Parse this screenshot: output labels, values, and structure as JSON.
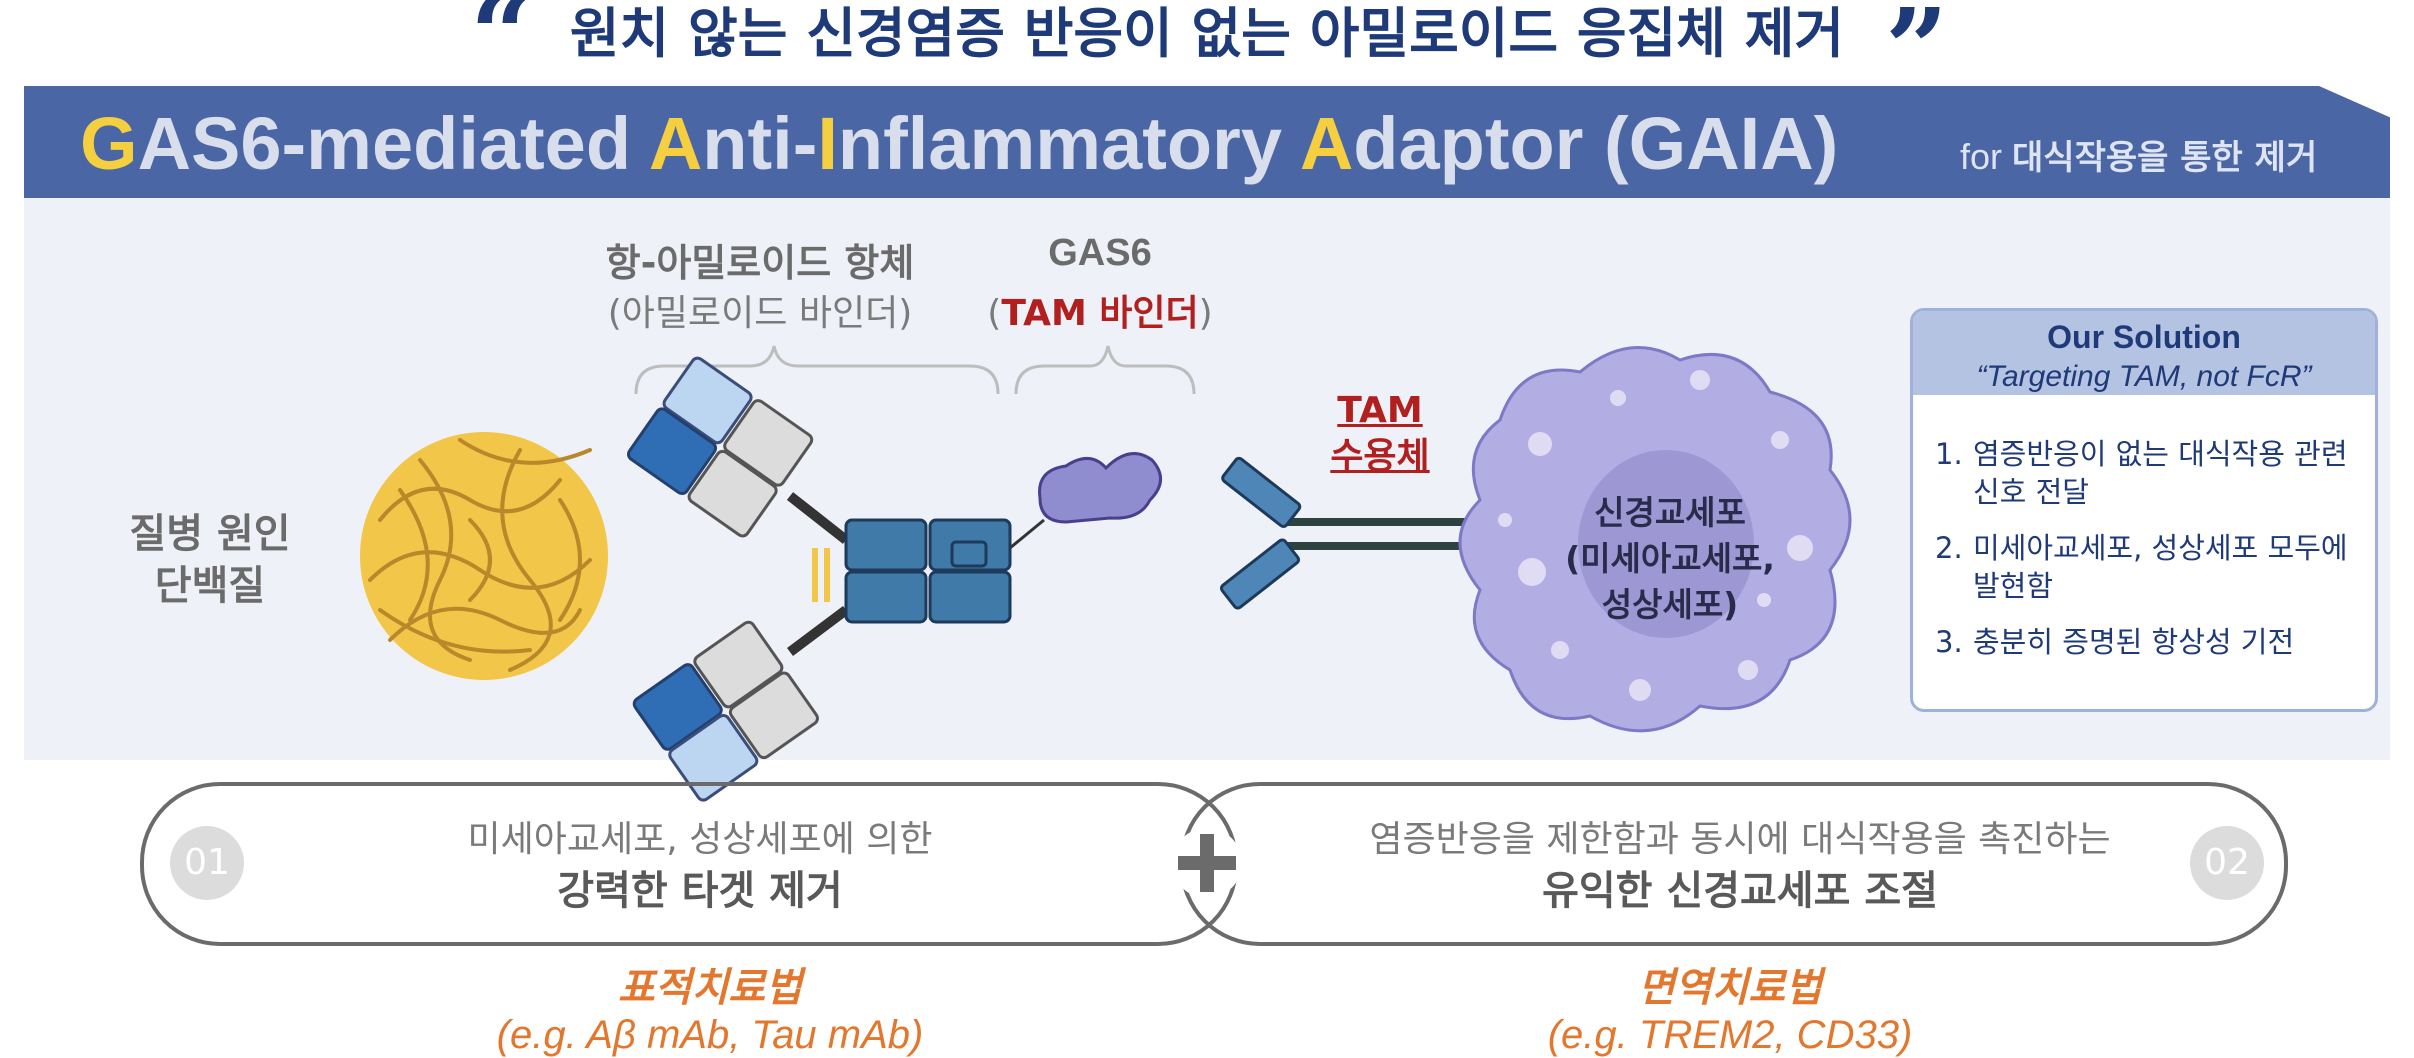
{
  "header": {
    "quote_title": "원치 않는 신경염증 반응이 없는 아밀로이드 응집체 제거",
    "open_quote": "“",
    "close_quote": "”"
  },
  "banner": {
    "title_parts": [
      {
        "text": "G",
        "highlight": true
      },
      {
        "text": "AS6-mediated ",
        "highlight": false
      },
      {
        "text": "A",
        "highlight": true
      },
      {
        "text": "nti-",
        "highlight": false
      },
      {
        "text": "I",
        "highlight": true
      },
      {
        "text": "nflammatory ",
        "highlight": false
      },
      {
        "text": "A",
        "highlight": true
      },
      {
        "text": "daptor (GAIA)",
        "highlight": false
      }
    ],
    "subtitle_prefix": "for",
    "subtitle_bold": "대식작용을 통한 제거",
    "highlight_color": "#f5cf3f",
    "background_color": "#4b66a5"
  },
  "diagram": {
    "disease_protein_label_line1": "질병 원인",
    "disease_protein_label_line2": "단백질",
    "antibody_label": "항-아밀로이드 항체",
    "antibody_sublabel": "(아밀로이드 바인더)",
    "gas6_label": "GAS6",
    "gas6_sub_open": "(",
    "gas6_sub_red": "TAM 바인더",
    "gas6_sub_close": ")",
    "tam_receptor_line1": "TAM",
    "tam_receptor_line2": "수용체",
    "glia_line1": "신경교세포",
    "glia_line2": "(미세아교세포,",
    "glia_line3": "성상세포)"
  },
  "solution": {
    "title": "Our Solution",
    "subtitle": "“Targeting TAM, not FcR”",
    "items": [
      {
        "num": "1.",
        "text": "염증반응이 없는 대식작용 관련 신호 전달"
      },
      {
        "num": "2.",
        "text": "미세아교세포, 성상세포 모두에 발현함"
      },
      {
        "num": "3.",
        "text": "충분히 증명된 항상성 기전"
      }
    ]
  },
  "bottom": {
    "left": {
      "num": "01",
      "line1": "미세아교세포, 성상세포에 의한",
      "line2": "강력한 타겟 제거",
      "therapy_title": "표적치료법",
      "therapy_example": "(e.g. Aβ mAb, Tau mAb)"
    },
    "plus": "+",
    "right": {
      "num": "02",
      "line1": "염증반응을 제한함과 동시에 대식작용을 촉진하는",
      "line2": "유익한 신경교세포 조절",
      "therapy_title": "면역치료법",
      "therapy_example": "(e.g. TREM2, CD33)"
    }
  }
}
